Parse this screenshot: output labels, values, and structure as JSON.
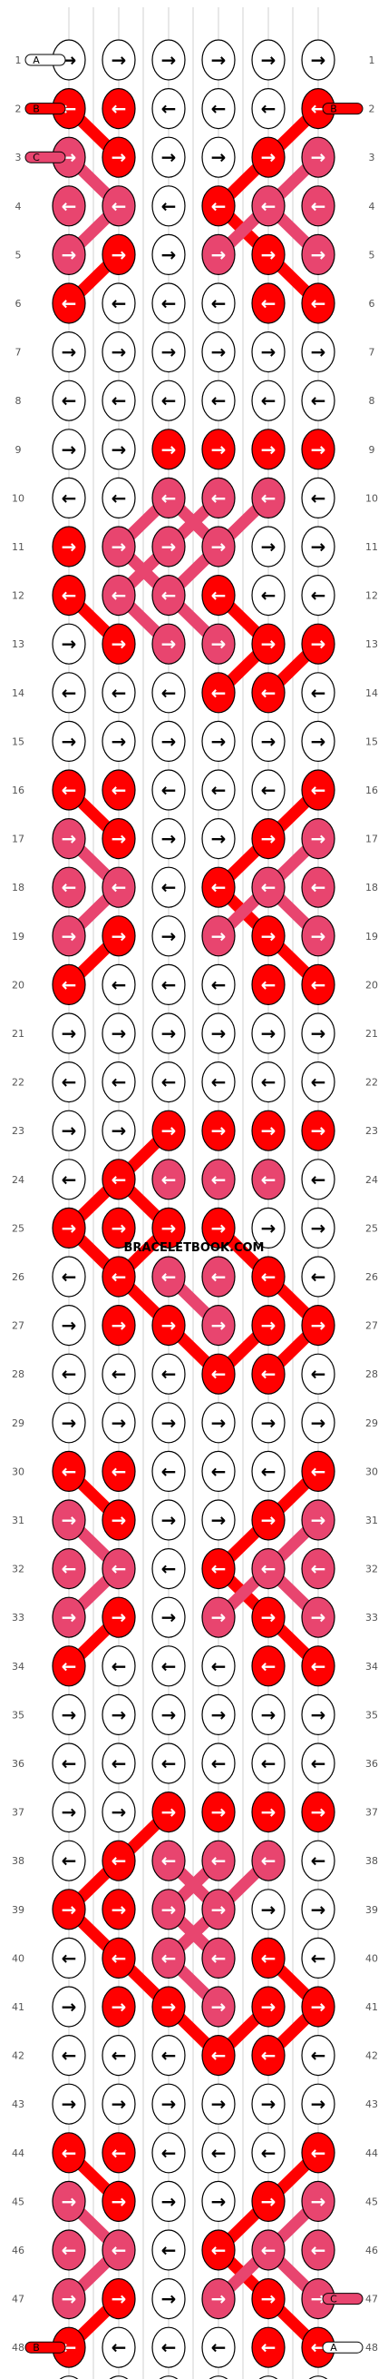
{
  "watermark": "BRACELETBOOK.COM",
  "colors": {
    "A": "#ffffff",
    "B": "#ff0000",
    "C": "#e8456f",
    "outline": "#000000",
    "rownum": "#555555"
  },
  "strands": {
    "left_top": [
      "A",
      "B",
      "C"
    ],
    "right_top": [
      "B"
    ],
    "left_bottom": [
      "B"
    ],
    "right_bottom": [
      "C",
      "A"
    ]
  },
  "rows": [
    "→→→→→→",
    "←←←←←←",
    "→→→→→→",
    "←←←←←←",
    "→→→→→→",
    "←←←←←←",
    "→→→→→→",
    "←←←←←←",
    "→→→→→→",
    "←←←←←←",
    "→→→→→→",
    "←←←←←←",
    "→→→→→→",
    "←←←←←←",
    "→→→→→→",
    "←←←←←←",
    "→→→→→→",
    "←←←←←←",
    "→→→→→→",
    "←←←←←←",
    "→→→→→→",
    "←←←←←←",
    "→→→→→→",
    "←←←←←←",
    "→→→→→→",
    "←←←←←←",
    "→→→→→→",
    "←←←←←←",
    "→→→→→→",
    "←←←←←←",
    "→→→→→→",
    "←←←←←←",
    "→→→→→→",
    "←←←←←←",
    "→→→→→→",
    "←←←←←←",
    "→→→→→→",
    "←←←←←←",
    "→→→→→→",
    "←←←←←←",
    "→→→→→→",
    "←←←←←←",
    "→→→→→→",
    "←←←←←←",
    "→→→→→→",
    "←←←←←←",
    "→→→→→→",
    "←←←←←←",
    "→→→→→→"
  ],
  "knot_colors": [
    "AAAAAA",
    "BBAAAB",
    "CBAABC",
    "CCABCC",
    "CBACBC",
    "BAAABB",
    "AAAAAA",
    "AAAAAA",
    "AABBBB",
    "AACCCA",
    "BCCCAA",
    "BCCBAA",
    "ABCCBB",
    "AAABBA",
    "AAAAAA",
    "BBAAAB",
    "CBAABC",
    "CCABCC",
    "CBACBC",
    "BAAABB",
    "AAAAAA",
    "AAAAAA",
    "AABBBB",
    "ABCCCA",
    "BBBBAA",
    "ABCCBA",
    "ABBCBB",
    "AAABBA",
    "AAAAAA",
    "BBAAAB",
    "CBAABC",
    "CCABCC",
    "CBACBC",
    "BAAABB",
    "AAAAAA",
    "AAAAAA",
    "AABBBB",
    "ABCCCA",
    "BBCCAA",
    "ABCCBA",
    "ABBCBB",
    "AAABBA",
    "AAAAAA",
    "BBAAAB",
    "CBAABC",
    "CCABCC",
    "CBACBC",
    "BAAABB",
    "AAAAAA"
  ]
}
